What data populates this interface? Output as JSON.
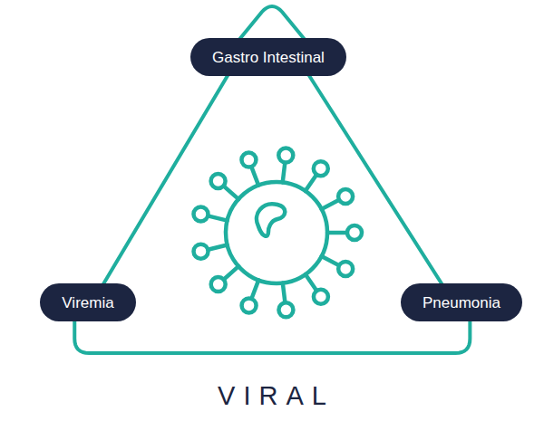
{
  "diagram": {
    "title": "VIRAL",
    "nodes": [
      {
        "text": [
          "Gastro Intestinal"
        ]
      },
      {
        "text": [
          "Viremia"
        ]
      },
      {
        "text": [
          "Pneumonia"
        ]
      }
    ],
    "edges": [
      {
        "from": 0,
        "to": 1,
        "arrow": "none"
      },
      {
        "from": 0,
        "to": 2,
        "arrow": "none"
      },
      {
        "from": 1,
        "to": 2,
        "arrow": "none"
      }
    ]
  }
}
